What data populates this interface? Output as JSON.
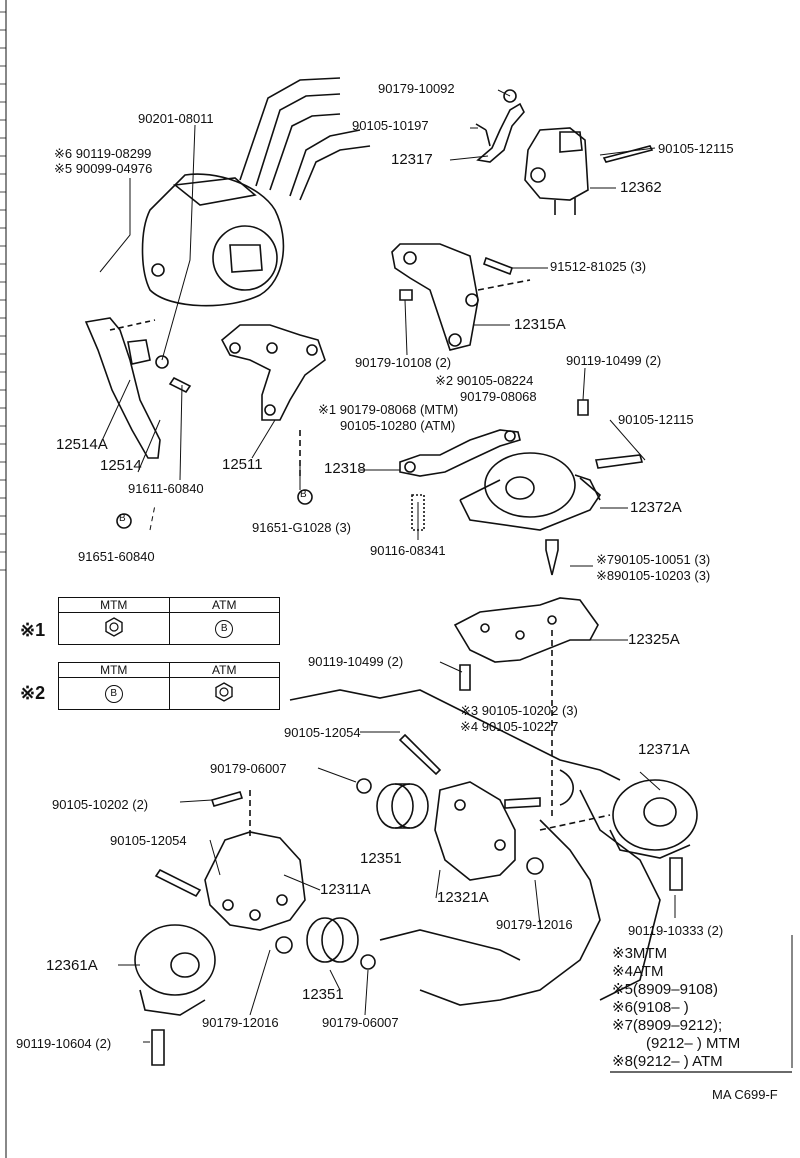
{
  "labels": {
    "p90179_10092": "90179-10092",
    "p90105_10197": "90105-10197",
    "p90201_08011": "90201-08011",
    "p12317": "12317",
    "p90105_12115a": "90105-12115",
    "p12362": "12362",
    "n6_90119_08299": "※6 90119-08299",
    "n5_90099_04976": "※5 90099-04976",
    "p91512_81025": "91512-81025 (3)",
    "p12315A": "12315A",
    "p90179_10108": "90179-10108 (2)",
    "p90119_10499a": "90119-10499 (2)",
    "n2_90105_08224": "※2 90105-08224",
    "p90179_08068": "90179-08068",
    "n1_90179_08068": "※1 90179-08068 (MTM)",
    "p90105_10280": "90105-10280 (ATM)",
    "p90105_12115b": "90105-12115",
    "p12514A": "12514A",
    "p12514": "12514",
    "p12511": "12511",
    "p91611_60840": "91611-60840",
    "p12318": "12318",
    "p12372A": "12372A",
    "p91651_60840": "91651-60840",
    "p91651_G1028": "91651-G1028 (3)",
    "p90116_08341": "90116-08341",
    "n7_90105_10051": "※790105-10051 (3)",
    "n8_90105_10203": "※890105-10203 (3)",
    "p12325A": "12325A",
    "p90119_10499b": "90119-10499 (2)",
    "n3_90105_10202": "※3 90105-10202 (3)",
    "n4_90105_10227": "※4 90105-10227",
    "p90105_12054a": "90105-12054",
    "p12371A": "12371A",
    "p90179_06007a": "90179-06007",
    "p90105_10202": "90105-10202 (2)",
    "p90105_12054b": "90105-12054",
    "p12351a": "12351",
    "p12311A": "12311A",
    "p12321A": "12321A",
    "p90179_12016a": "90179-12016",
    "p90119_10333": "90119-10333 (2)",
    "p12361A": "12361A",
    "p12351b": "12351",
    "p90179_12016b": "90179-12016",
    "p90179_06007b": "90179-06007",
    "p90119_10604": "90119-10604 (2)"
  },
  "tables": {
    "t1": {
      "mark": "※1",
      "col1": "MTM",
      "col2": "ATM"
    },
    "t2": {
      "mark": "※2",
      "col1": "MTM",
      "col2": "ATM"
    }
  },
  "bolt_marking": "B",
  "notes": {
    "n3": "※3MTM",
    "n4": "※4ATM",
    "n5": "※5(8909–9108)",
    "n6": "※6(9108–        )",
    "n7a": "※7(8909–9212);",
    "n7b": "(9212–        ) MTM",
    "n8": "※8(9212–        ) ATM"
  },
  "figure_code": "MA C699-F"
}
